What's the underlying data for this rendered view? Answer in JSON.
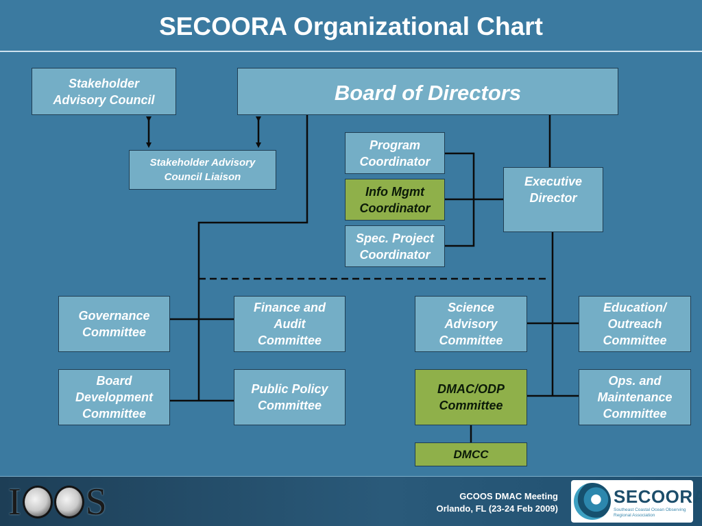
{
  "title": "SECOORA Organizational Chart",
  "nodes": {
    "stakeholder_advisory_council": "Stakeholder\nAdvisory Council",
    "board_of_directors": "Board of Directors",
    "stakeholder_liaison": "Stakeholder Advisory\nCouncil Liaison",
    "program_coordinator": "Program\nCoordinator",
    "info_mgmt_coordinator": "Info Mgmt\nCoordinator",
    "spec_project_coordinator": "Spec. Project\nCoordinator",
    "executive_director": "Executive\nDirector",
    "governance_committee": "Governance\nCommittee",
    "finance_audit_committee": "Finance and\nAudit\nCommittee",
    "science_advisory_committee": "Science\nAdvisory\nCommittee",
    "education_outreach_committee": "Education/\nOutreach\nCommittee",
    "board_development_committee": "Board\nDevelopment\nCommittee",
    "public_policy_committee": "Public Policy\nCommittee",
    "dmac_odp_committee": "DMAC/ODP\nCommittee",
    "ops_maintenance_committee": "Ops. and\nMaintenance\nCommittee",
    "dmcc": "DMCC"
  },
  "colors": {
    "background": "#3b7aa0",
    "box_blue": "#74aec6",
    "box_green": "#8fb04a",
    "connector": "#0b0b0b"
  },
  "footer": {
    "meeting_line1": "GCOOS DMAC Meeting",
    "meeting_line2": "Orlando, FL (23-24 Feb 2009)",
    "ioos_logo_text": "IOOS",
    "secoora_logo_name": "SECOORA",
    "secoora_logo_subtitle": "Southeast Coastal Ocean Observing Regional Association"
  }
}
